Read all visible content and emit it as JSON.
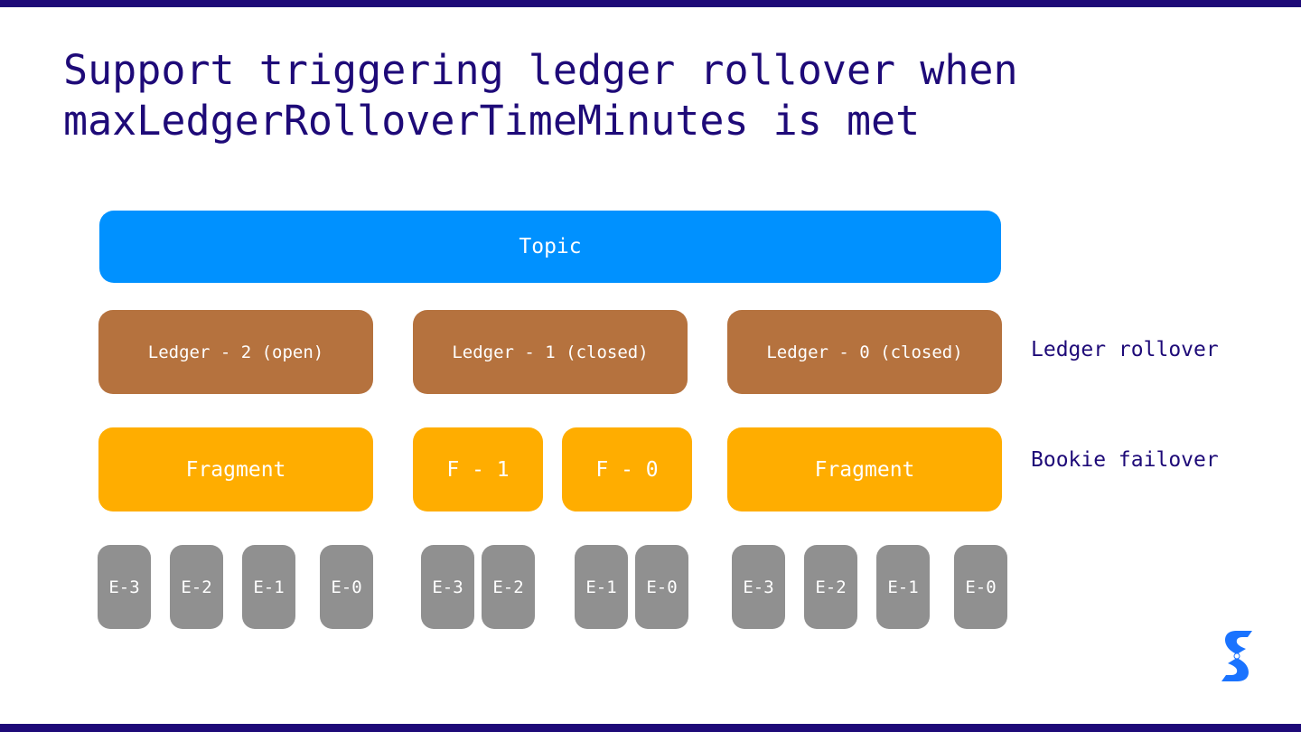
{
  "title": {
    "line1": "Support triggering ledger rollover when",
    "line2": "maxLedgerRolloverTimeMinutes is met"
  },
  "topic": {
    "label": "Topic"
  },
  "ledgers": [
    {
      "label": "Ledger - 2 (open)"
    },
    {
      "label": "Ledger - 1 (closed)"
    },
    {
      "label": "Ledger - 0 (closed)"
    }
  ],
  "fragments": [
    {
      "label": "Fragment"
    },
    {
      "label": "F - 1"
    },
    {
      "label": "F - 0"
    },
    {
      "label": "Fragment"
    }
  ],
  "entries": [
    {
      "label": "E-3"
    },
    {
      "label": "E-2"
    },
    {
      "label": "E-1"
    },
    {
      "label": "E-0"
    },
    {
      "label": "E-3"
    },
    {
      "label": "E-2"
    },
    {
      "label": "E-1"
    },
    {
      "label": "E-0"
    },
    {
      "label": "E-3"
    },
    {
      "label": "E-2"
    },
    {
      "label": "E-1"
    },
    {
      "label": "E-0"
    }
  ],
  "side_labels": {
    "ledger_rollover": "Ledger rollover",
    "bookie_failover": "Bookie failover"
  },
  "colors": {
    "brand": "#1e0a78",
    "topic": "#0091ff",
    "ledger": "#b5723e",
    "fragment": "#ffad00",
    "entry": "#909090"
  },
  "logo": {
    "icon": "streamnative-logo-icon"
  }
}
